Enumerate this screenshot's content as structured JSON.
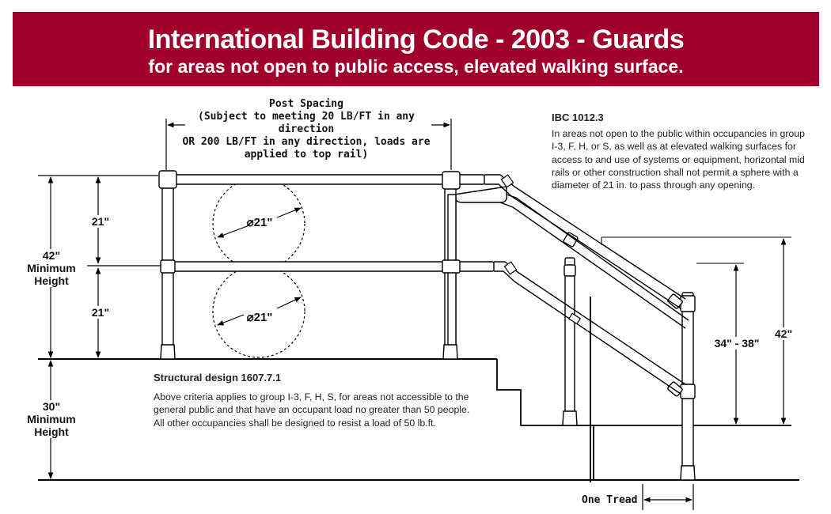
{
  "header": {
    "title": "International Building Code - 2003 - Guards",
    "subtitle": "for areas not open to public access, elevated walking surface."
  },
  "post_spacing": {
    "title": "Post Spacing",
    "line1": "(Subject to meeting 20 LB/FT in any direction",
    "line2": "OR 200 LB/FT in any direction, loads are",
    "line3": "applied to top rail)"
  },
  "ibc": {
    "heading": "IBC 1012.3",
    "text": "In areas not open to the public within occupancies in group I-3, F, H, or S, as well as at elevated walking surfaces for access to and use of systems or equipment, horizontal mid rails or other construction shall not permit a sphere with a diameter of 21 in. to pass through any opening."
  },
  "structural": {
    "heading": "Structural design 1607.7.1",
    "line1": "Above criteria applies to group I-3, F, H, S, for areas not accessible to the",
    "line2": "general public and that have an occupant load no greater than 50 people.",
    "line3": "All other occupancies shall be designed to resist a load of 50 lb.ft."
  },
  "dimensions": {
    "upper_gap": "21\"",
    "lower_gap": "21\"",
    "guard_height_value": "42\"",
    "guard_height_label1": "Minimum",
    "guard_height_label2": "Height",
    "platform_height_value": "30\"",
    "platform_height_label1": "Minimum",
    "platform_height_label2": "Height",
    "sphere_upper": "⌀21\"",
    "sphere_lower": "⌀21\"",
    "stair_rail_range": "34\" - 38\"",
    "stair_total": "42\"",
    "one_tread": "One Tread"
  }
}
